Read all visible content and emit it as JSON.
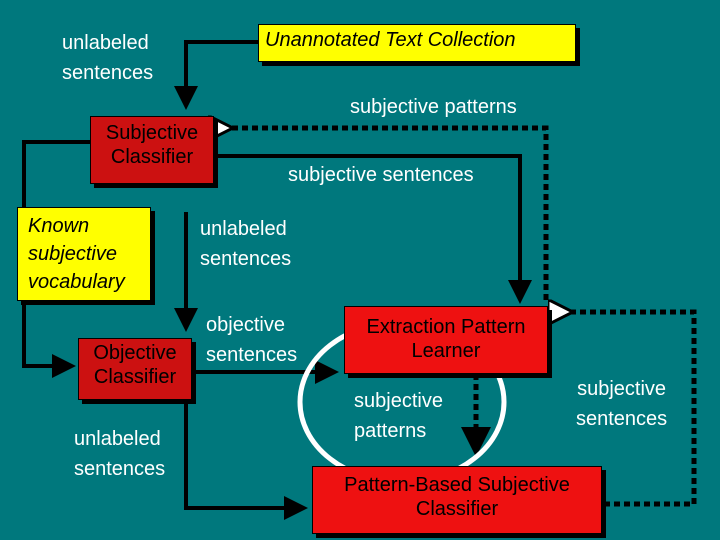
{
  "nodes": {
    "unannotated": "Unannotated Text Collection",
    "subjective_classifier": [
      "Subjective",
      "Classifier"
    ],
    "known_vocab": [
      "Known",
      "subjective",
      "vocabulary"
    ],
    "objective_classifier": [
      "Objective",
      "Classifier"
    ],
    "extraction_learner": [
      "Extraction Pattern",
      "Learner"
    ],
    "pattern_classifier": [
      "Pattern-Based Subjective",
      "Classifier"
    ]
  },
  "labels": {
    "unlabeled_top": [
      "unlabeled",
      "sentences"
    ],
    "subjective_patterns_top": "subjective patterns",
    "subjective_sentences_mid": "subjective sentences",
    "unlabeled_mid": [
      "unlabeled",
      "sentences"
    ],
    "objective_sentences": [
      "objective",
      "sentences"
    ],
    "unlabeled_bottom": [
      "unlabeled",
      "sentences"
    ],
    "subjective_patterns_bottom": [
      "subjective",
      "patterns"
    ],
    "subjective_sentences_right": [
      "subjective",
      "sentences"
    ]
  },
  "colors": {
    "background": "#00787d",
    "process_box": "#ee1111",
    "source_box": "#ffff00",
    "known_box": "#ffff00",
    "highlight_circle": "#ffffff",
    "arrow": "#000000"
  }
}
